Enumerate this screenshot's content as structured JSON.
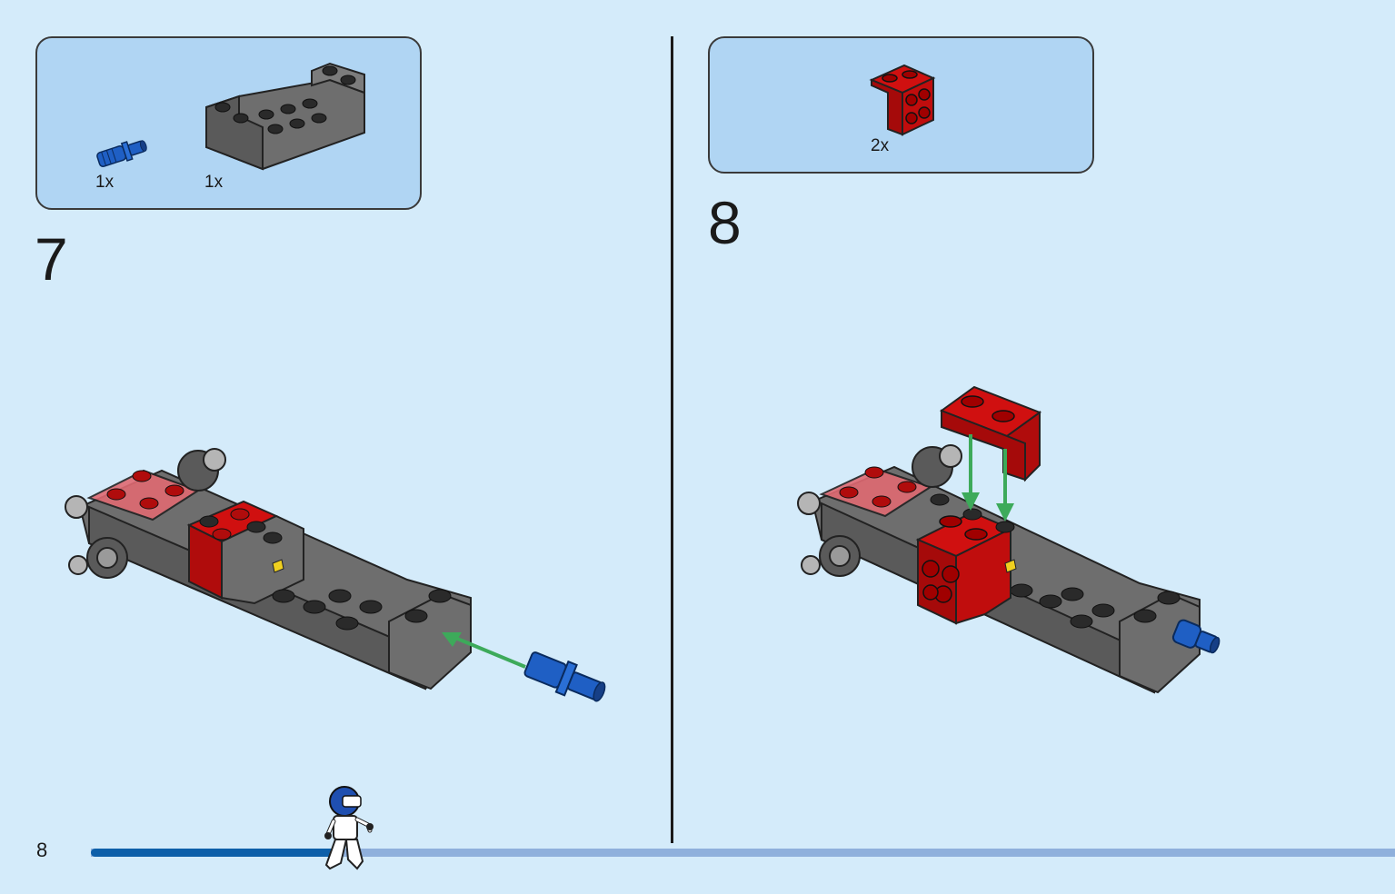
{
  "page_number": "8",
  "steps": [
    {
      "number": "7",
      "parts": [
        {
          "icon": "blue-axle-pin-icon",
          "quantity": "1x"
        },
        {
          "icon": "gray-brick-2x6-icon",
          "quantity": "1x"
        }
      ]
    },
    {
      "number": "8",
      "parts": [
        {
          "icon": "red-bracket-plate-icon",
          "quantity": "2x"
        }
      ]
    }
  ],
  "progress": {
    "fraction": 0.19
  },
  "colors": {
    "background": "#d4ebfa",
    "parts_box": "#b0d5f3",
    "brick_gray": "#6e6e6e",
    "brick_red": "#d01010",
    "pin_blue": "#1f5fc4",
    "arrow_green": "#3daa5a",
    "progress_fill": "#0d5fa9",
    "progress_track": "#8fb0dc"
  }
}
